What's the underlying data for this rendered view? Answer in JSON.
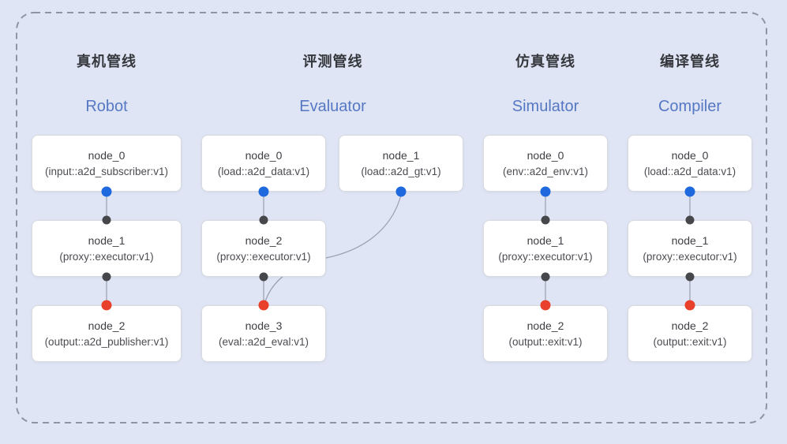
{
  "diagram": {
    "background_color": "#dfe5f4",
    "frame_border_color": "#8e95a1",
    "edge_color": "#98a1b0",
    "accent_blue": "#5678c4",
    "port_colors": {
      "output_port_blue": "#1e69dd",
      "input_port_dark": "#46474b",
      "terminal_port_red": "#e8402b"
    }
  },
  "pipelines": [
    {
      "title_zh": "真机管线",
      "title_en": "Robot",
      "nodes": [
        {
          "title": "node_0",
          "subtitle": "(input::a2d_subscriber:v1)"
        },
        {
          "title": "node_1",
          "subtitle": "(proxy::executor:v1)"
        },
        {
          "title": "node_2",
          "subtitle": "(output::a2d_publisher:v1)"
        }
      ]
    },
    {
      "title_zh": "评测管线",
      "title_en": "Evaluator",
      "nodes": [
        {
          "title": "node_0",
          "subtitle": "(load::a2d_data:v1)"
        },
        {
          "title": "node_1",
          "subtitle": "(load::a2d_gt:v1)"
        },
        {
          "title": "node_2",
          "subtitle": "(proxy::executor:v1)"
        },
        {
          "title": "node_3",
          "subtitle": "(eval::a2d_eval:v1)"
        }
      ]
    },
    {
      "title_zh": "仿真管线",
      "title_en": "Simulator",
      "nodes": [
        {
          "title": "node_0",
          "subtitle": "(env::a2d_env:v1)"
        },
        {
          "title": "node_1",
          "subtitle": "(proxy::executor:v1)"
        },
        {
          "title": "node_2",
          "subtitle": "(output::exit:v1)"
        }
      ]
    },
    {
      "title_zh": "编译管线",
      "title_en": "Compiler",
      "nodes": [
        {
          "title": "node_0",
          "subtitle": "(load::a2d_data:v1)"
        },
        {
          "title": "node_1",
          "subtitle": "(proxy::executor:v1)"
        },
        {
          "title": "node_2",
          "subtitle": "(output::exit:v1)"
        }
      ]
    }
  ]
}
